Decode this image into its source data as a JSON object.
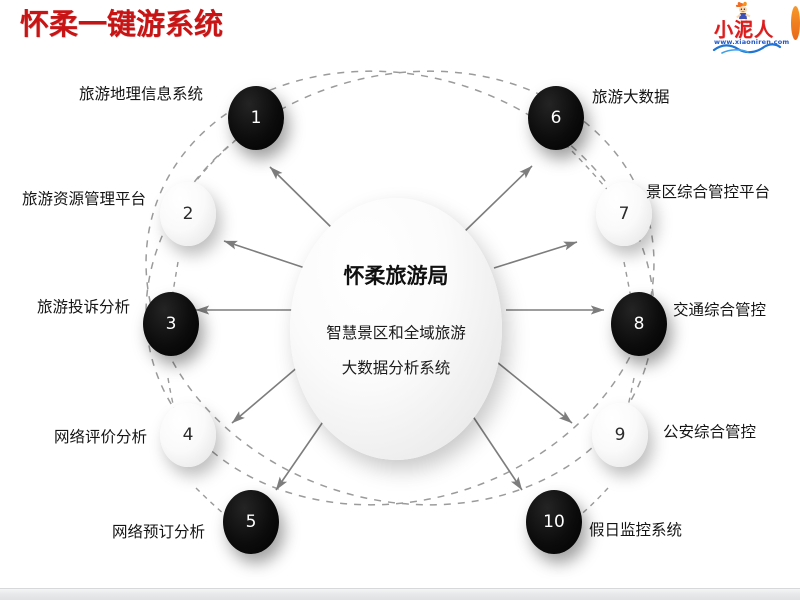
{
  "page": {
    "title": "怀柔一键游系统",
    "title_color": "#c81414",
    "background": "#ffffff"
  },
  "logo": {
    "brand": "小泥人",
    "url": "www.xiaoniren.com",
    "brand_color": "#e01b1b",
    "url_color": "#1f57c8",
    "mascot_icon": "mascot-character-icon",
    "wave_icon": "blue-wave-icon"
  },
  "hub": {
    "title": "怀柔旅游局",
    "subtitle_line1": "智慧景区和全域旅游",
    "subtitle_line2": "大数据分析系统"
  },
  "nodes": [
    {
      "num": "1",
      "label": "旅游地理信息系统",
      "style": "dark",
      "side": "left"
    },
    {
      "num": "2",
      "label": "旅游资源管理平台",
      "style": "light",
      "side": "left"
    },
    {
      "num": "3",
      "label": "旅游投诉分析",
      "style": "dark",
      "side": "left"
    },
    {
      "num": "4",
      "label": "网络评价分析",
      "style": "light",
      "side": "left"
    },
    {
      "num": "5",
      "label": "网络预订分析",
      "style": "dark",
      "side": "left"
    },
    {
      "num": "6",
      "label": "旅游大数据",
      "style": "dark",
      "side": "right"
    },
    {
      "num": "7",
      "label": "景区综合管控平台",
      "style": "light",
      "side": "right"
    },
    {
      "num": "8",
      "label": "交通综合管控",
      "style": "dark",
      "side": "right"
    },
    {
      "num": "9",
      "label": "公安综合管控",
      "style": "light",
      "side": "right"
    },
    {
      "num": "10",
      "label": "假日监控系统",
      "style": "dark",
      "side": "right"
    }
  ],
  "colors": {
    "arrow": "#7d7d7d",
    "dashed_ring": "#8a8a8a",
    "node_dark": "#000000",
    "node_light": "#f7f7f7",
    "hub_fill": "#efefef"
  }
}
